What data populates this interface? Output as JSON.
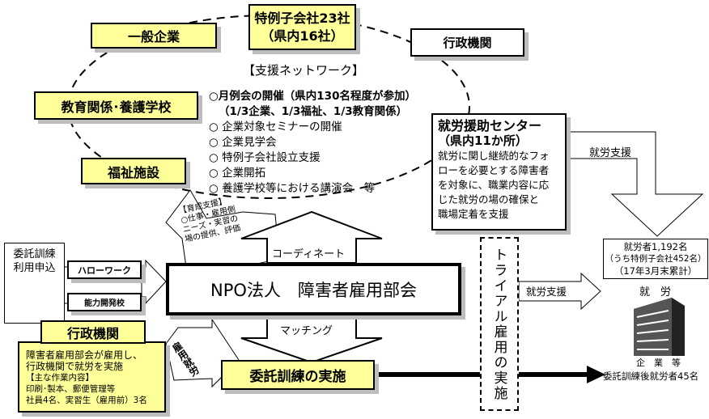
{
  "network": {
    "title": "【支援ネットワーク】",
    "tokurei": {
      "line1": "特例子会社23社",
      "line2": "（県内16社）"
    },
    "general_company": "一般企業",
    "gov_top": "行政機関",
    "education": "教育関係･養護学校",
    "welfare": "福祉施設",
    "activities": [
      "○月例会の開催（県内130名程度が参加）",
      "（1/3企業、1/3福祉、1/3教育関係）",
      "○ 企業対象セミナーの開催",
      "○ 企業見学会",
      "○ 特例子会社設立支援",
      "○ 企業開拓",
      "○ 養護学校等における講演会　等"
    ]
  },
  "support_center": {
    "title": "就労援助センター",
    "count": "（県内11か所）",
    "desc": [
      "就労に関し継続的なフォ",
      "ローを必要とする障害者",
      "を対象に、職業内容に応",
      "じた就労の場の確保と",
      "職場定着を支援"
    ]
  },
  "arrows": {
    "employment_support_top": "就労支援",
    "training_support": [
      "【育成支援】",
      "○仕事・雇用側",
      "ニーズ・実習の",
      "場の提供、評価"
    ],
    "coordinate": "コーディネート",
    "matching": "マッチング",
    "employment_support_right": "就労支援",
    "hire_work": [
      "雇用",
      "就労"
    ]
  },
  "npo": "NPO法人　障害者雇用部会",
  "training": "委託訓練の実施",
  "trial": "トライアル雇用の実施",
  "applicant": {
    "label": [
      "委託訓練",
      "利用申込"
    ],
    "hellowork": "ハローワーク",
    "school": "能力開発校"
  },
  "gov_bottom": {
    "title": "行政機関",
    "desc": [
      "障害者雇用部会が雇用し、",
      "行政機関で就労を実施"
    ],
    "work_title": "【主な作業内容】",
    "work": "印刷･製本、郵便管理等",
    "staff": "社員4名、実習生（雇用前）3名"
  },
  "result": {
    "line1": "就労者1,192名",
    "line2": "（うち特例子会社452名）",
    "line3": "（17年3月末累計）",
    "work_label": "就　労",
    "company_label": "企　業　等",
    "after_training": "委託訓練後就労者45名"
  }
}
